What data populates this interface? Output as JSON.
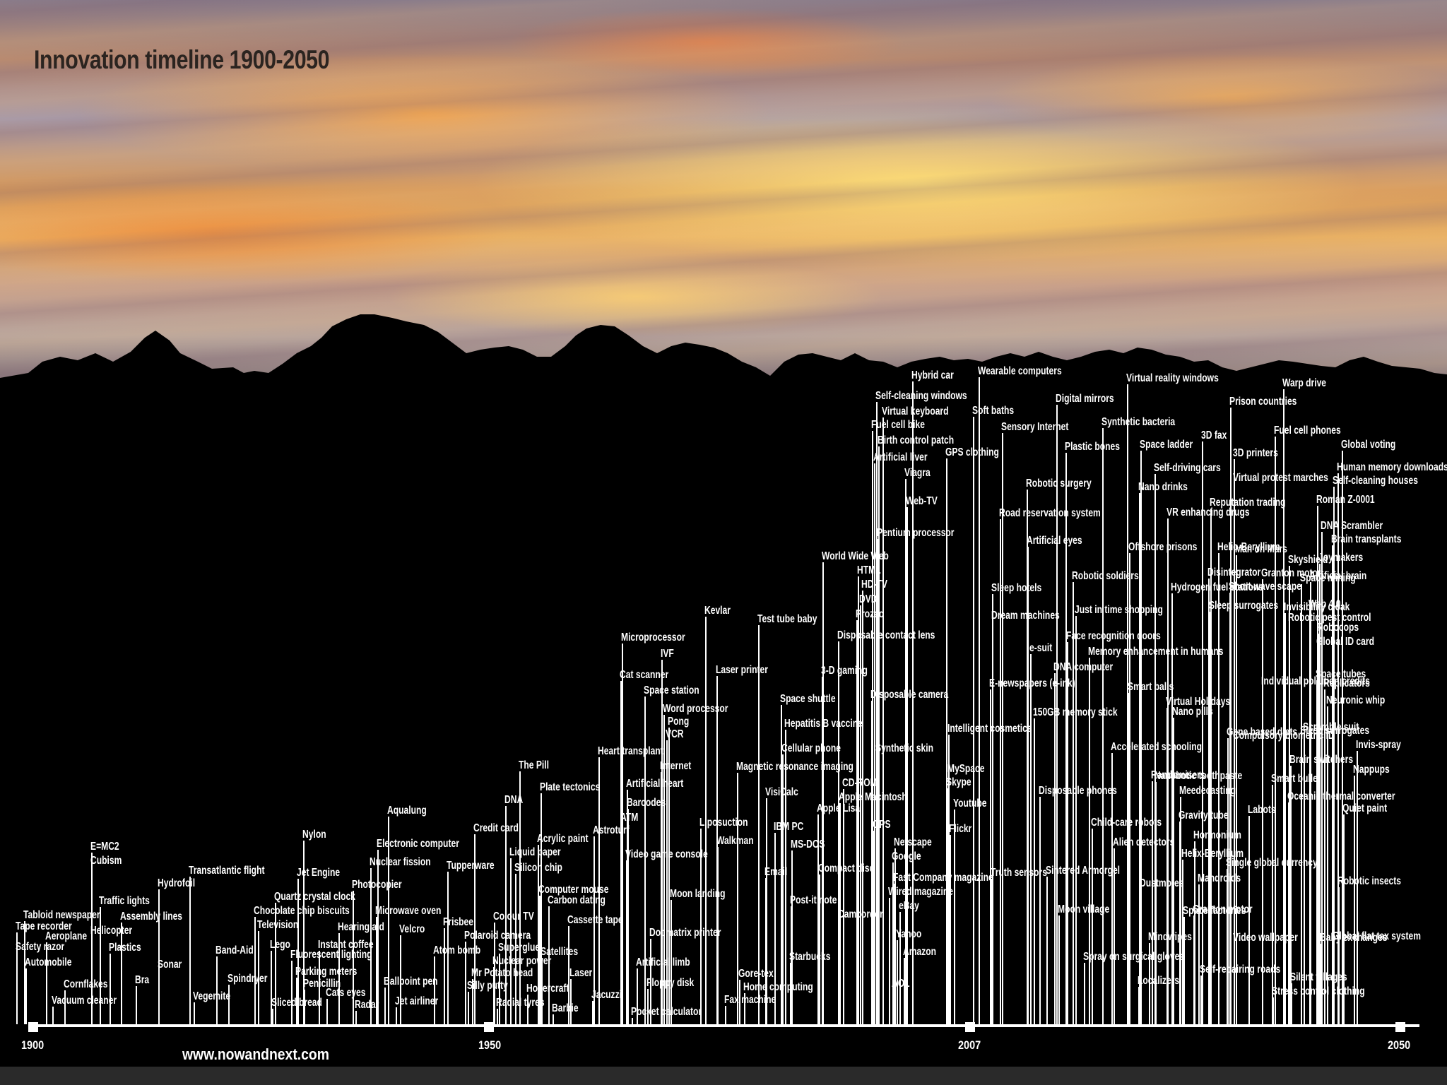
{
  "title": "Innovation timeline 1900-2050",
  "url": "www.nowandnext.com",
  "axis": {
    "labels": [
      "1900",
      "1950",
      "2007",
      "2050"
    ]
  },
  "events": [
    {
      "label": "Tabloid newspaper"
    },
    {
      "label": "Tape recorder"
    },
    {
      "label": "Safety razor"
    },
    {
      "label": "Automobile"
    },
    {
      "label": "Aeroplane"
    },
    {
      "label": "Cornflakes"
    },
    {
      "label": "Vacuum cleaner"
    },
    {
      "label": "Helicopter"
    },
    {
      "label": "E=MC2"
    },
    {
      "label": "Cubism"
    },
    {
      "label": "Traffic lights"
    },
    {
      "label": "Assembly lines"
    },
    {
      "label": "Plastics"
    },
    {
      "label": "Bra"
    },
    {
      "label": "Hydrofoil"
    },
    {
      "label": "Sonar"
    },
    {
      "label": "Vegemite"
    },
    {
      "label": "Band-Aid"
    },
    {
      "label": "Transatlantic flight"
    },
    {
      "label": "Spindryer"
    },
    {
      "label": "Chocolate chip biscuits"
    },
    {
      "label": "Television"
    },
    {
      "label": "Lego"
    },
    {
      "label": "Quartz crystal clock"
    },
    {
      "label": "Fluorescent lighting"
    },
    {
      "label": "Sliced bread"
    },
    {
      "label": "Parking meters"
    },
    {
      "label": "Penicillin"
    },
    {
      "label": "Cats eyes"
    },
    {
      "label": "Nylon"
    },
    {
      "label": "Jet Engine"
    },
    {
      "label": "Instant coffee"
    },
    {
      "label": "Radar"
    },
    {
      "label": "Hearing aid"
    },
    {
      "label": "Photocopier"
    },
    {
      "label": "Aqualung"
    },
    {
      "label": "Electronic computer"
    },
    {
      "label": "Nuclear fission"
    },
    {
      "label": "Microwave oven"
    },
    {
      "label": "Velcro"
    },
    {
      "label": "Ballpoint pen"
    },
    {
      "label": "Jet airliner"
    },
    {
      "label": "Frisbee"
    },
    {
      "label": "Tupperware"
    },
    {
      "label": "Atom bomb"
    },
    {
      "label": "Polaroid camera"
    },
    {
      "label": "Credit card"
    },
    {
      "label": "Mr Potato head"
    },
    {
      "label": "Silly putty"
    },
    {
      "label": "Colour TV"
    },
    {
      "label": "Superglue"
    },
    {
      "label": "Nuclear power"
    },
    {
      "label": "Radial tyres"
    },
    {
      "label": "DNA"
    },
    {
      "label": "Liquid paper"
    },
    {
      "label": "Silicon chip"
    },
    {
      "label": "The Pill"
    },
    {
      "label": "Acrylic paint"
    },
    {
      "label": "Satellites"
    },
    {
      "label": "Hovercraft"
    },
    {
      "label": "Barbie"
    },
    {
      "label": "Plate tectonics"
    },
    {
      "label": "Computer mouse"
    },
    {
      "label": "Carbon dating"
    },
    {
      "label": "Cassette tape"
    },
    {
      "label": "Laser"
    },
    {
      "label": "Jacuzzi"
    },
    {
      "label": "Astroturf"
    },
    {
      "label": "ATM"
    },
    {
      "label": "Heart transplant"
    },
    {
      "label": "Video game console"
    },
    {
      "label": "Barcodes"
    },
    {
      "label": "Artificial heart"
    },
    {
      "label": "Microprocessor"
    },
    {
      "label": "IVF"
    },
    {
      "label": "Cat scanner"
    },
    {
      "label": "Space station"
    },
    {
      "label": "Word processor"
    },
    {
      "label": "Pong"
    },
    {
      "label": "VCR"
    },
    {
      "label": "Internet"
    },
    {
      "label": "Liposuction"
    },
    {
      "label": "Moon landing"
    },
    {
      "label": "Dot matrix printer"
    },
    {
      "label": "Artificial limb"
    },
    {
      "label": "Pocket calculator"
    },
    {
      "label": "Floppy disk"
    },
    {
      "label": "Kevlar"
    },
    {
      "label": "Laser printer"
    },
    {
      "label": "Walkman"
    },
    {
      "label": "Email"
    },
    {
      "label": "Fax machine"
    },
    {
      "label": "Gore-tex"
    },
    {
      "label": "Home computing"
    },
    {
      "label": "Test tube baby"
    },
    {
      "label": "Magnetic resonance imaging"
    },
    {
      "label": "VisiCalc"
    },
    {
      "label": "IBM PC"
    },
    {
      "label": "MS-DOS"
    },
    {
      "label": "Post-it note"
    },
    {
      "label": "Starbucks"
    },
    {
      "label": "Space shuttle"
    },
    {
      "label": "Hepatitis B vaccine"
    },
    {
      "label": "Cellular phone"
    },
    {
      "label": "3-D gaming"
    },
    {
      "label": "Compact disc"
    },
    {
      "label": "Camcorder"
    },
    {
      "label": "CD-ROM"
    },
    {
      "label": "Apple Macintosh"
    },
    {
      "label": "Apple Lisa"
    },
    {
      "label": "Disposable contact lens"
    },
    {
      "label": "World Wide Web"
    },
    {
      "label": "HTML"
    },
    {
      "label": "HD-TV"
    },
    {
      "label": "DVD"
    },
    {
      "label": "Prozac"
    },
    {
      "label": "Disposable camera"
    },
    {
      "label": "Synthetic skin"
    },
    {
      "label": "GPS"
    },
    {
      "label": "Netscape"
    },
    {
      "label": "Google"
    },
    {
      "label": "Fast Company magazine"
    },
    {
      "label": "Wired magazine"
    },
    {
      "label": "eBay"
    },
    {
      "label": "Yahoo"
    },
    {
      "label": "Amazon"
    },
    {
      "label": "AOL"
    },
    {
      "label": "Pentium processor"
    },
    {
      "label": "Web-TV"
    },
    {
      "label": "Viagra"
    },
    {
      "label": "Artificial liver"
    },
    {
      "label": "Birth control patch"
    },
    {
      "label": "Fuel cell bike"
    },
    {
      "label": "Virtual keyboard"
    },
    {
      "label": "Self-cleaning windows"
    },
    {
      "label": "Hybrid car"
    },
    {
      "label": "GPS clothing"
    },
    {
      "label": "Intelligent cosmetics"
    },
    {
      "label": "MySpace"
    },
    {
      "label": "Skype"
    },
    {
      "label": "Youtube"
    },
    {
      "label": "Flickr"
    },
    {
      "label": "Wearable computers"
    },
    {
      "label": "Soft baths"
    },
    {
      "label": "Sensory Internet"
    },
    {
      "label": "Robotic surgery"
    },
    {
      "label": "Road reservation system"
    },
    {
      "label": "Artificial eyes"
    },
    {
      "label": "Sleep hotels"
    },
    {
      "label": "Dream machines"
    },
    {
      "label": "e-suit"
    },
    {
      "label": "E-newspapers (e-ink)"
    },
    {
      "label": "150GB memory stick"
    },
    {
      "label": "Disposable phones"
    },
    {
      "label": "Truth sensors"
    },
    {
      "label": "Sintered Armorgel"
    },
    {
      "label": "Moon village"
    },
    {
      "label": "Spray on surgical gloves"
    },
    {
      "label": "Digital mirrors"
    },
    {
      "label": "Plastic bones"
    },
    {
      "label": "Robotic soldiers"
    },
    {
      "label": "Just in time shopping"
    },
    {
      "label": "Face recognition doors"
    },
    {
      "label": "DNA computer"
    },
    {
      "label": "Memory enhancement in humans"
    },
    {
      "label": "Smart balls"
    },
    {
      "label": "Accelerated schooling"
    },
    {
      "label": "Child-care robots"
    },
    {
      "label": "Alien detectors"
    },
    {
      "label": "Dustmotes"
    },
    {
      "label": "Mindwipes"
    },
    {
      "label": "Localizers"
    },
    {
      "label": "Virtual reality windows"
    },
    {
      "label": "Synthetic bacteria"
    },
    {
      "label": "Space ladder"
    },
    {
      "label": "Self-driving cars"
    },
    {
      "label": "Nano drinks"
    },
    {
      "label": "VR enhancing drugs"
    },
    {
      "label": "Offshore prisons"
    },
    {
      "label": "Hydrogen fuel stations"
    },
    {
      "label": "Nanobotic toothpaste"
    },
    {
      "label": "Individual pollution credits"
    },
    {
      "label": "Virtual Holidays"
    },
    {
      "label": "Nano pills"
    },
    {
      "label": "Randomisers"
    },
    {
      "label": "Meedecasting"
    },
    {
      "label": "Gravity tube"
    },
    {
      "label": "Hormonium"
    },
    {
      "label": "Helix-Beryllium"
    },
    {
      "label": "Granton motor"
    },
    {
      "label": "Self-repairing roads"
    },
    {
      "label": "Mandroids"
    },
    {
      "label": "Space factories"
    },
    {
      "label": "Gene based diets"
    },
    {
      "label": "3D fax"
    },
    {
      "label": "Prison countries"
    },
    {
      "label": "Reputation trading"
    },
    {
      "label": "Helio-Beryllium"
    },
    {
      "label": "Disintegrator"
    },
    {
      "label": "Short-wave scape"
    },
    {
      "label": "Sleep surrogates"
    },
    {
      "label": "Compulsory biometric ID"
    },
    {
      "label": "Single global currency"
    },
    {
      "label": "Video wallpaper"
    },
    {
      "label": "Warp drive"
    },
    {
      "label": "Fuel cell phones"
    },
    {
      "label": "3D printers"
    },
    {
      "label": "Virtual protest marches"
    },
    {
      "label": "Human memory downloads"
    },
    {
      "label": "Man on Mars"
    },
    {
      "label": "Skyshield"
    },
    {
      "label": "Granton motor"
    },
    {
      "label": "Invisibility cloak"
    },
    {
      "label": "Robotic pest control"
    },
    {
      "label": "Scramble suit"
    },
    {
      "label": "Smart bullet"
    },
    {
      "label": "Labots"
    },
    {
      "label": "Oceanic thermal converter"
    },
    {
      "label": "Quiet paint"
    },
    {
      "label": "Baby exchanges"
    },
    {
      "label": "Robotic insects"
    },
    {
      "label": "Global flat tax system"
    },
    {
      "label": "Silent villages"
    },
    {
      "label": "Stress control clothing"
    },
    {
      "label": "Global voting"
    },
    {
      "label": "Self-cleaning houses"
    },
    {
      "label": "Roman Z-0001"
    },
    {
      "label": "DNA Scrambler"
    },
    {
      "label": "Brain transplants"
    },
    {
      "label": "Joymakers"
    },
    {
      "label": "Artificial brain"
    },
    {
      "label": "Space mining"
    },
    {
      "label": "Web 4.0"
    },
    {
      "label": "Robocops"
    },
    {
      "label": "Global ID card"
    },
    {
      "label": "Sleep surrogates"
    },
    {
      "label": "Brain switchers"
    },
    {
      "label": "Space tubes"
    },
    {
      "label": "Replicators"
    },
    {
      "label": "Neuronic whip"
    },
    {
      "label": "Invis-spray"
    },
    {
      "label": "Nappups"
    }
  ]
}
